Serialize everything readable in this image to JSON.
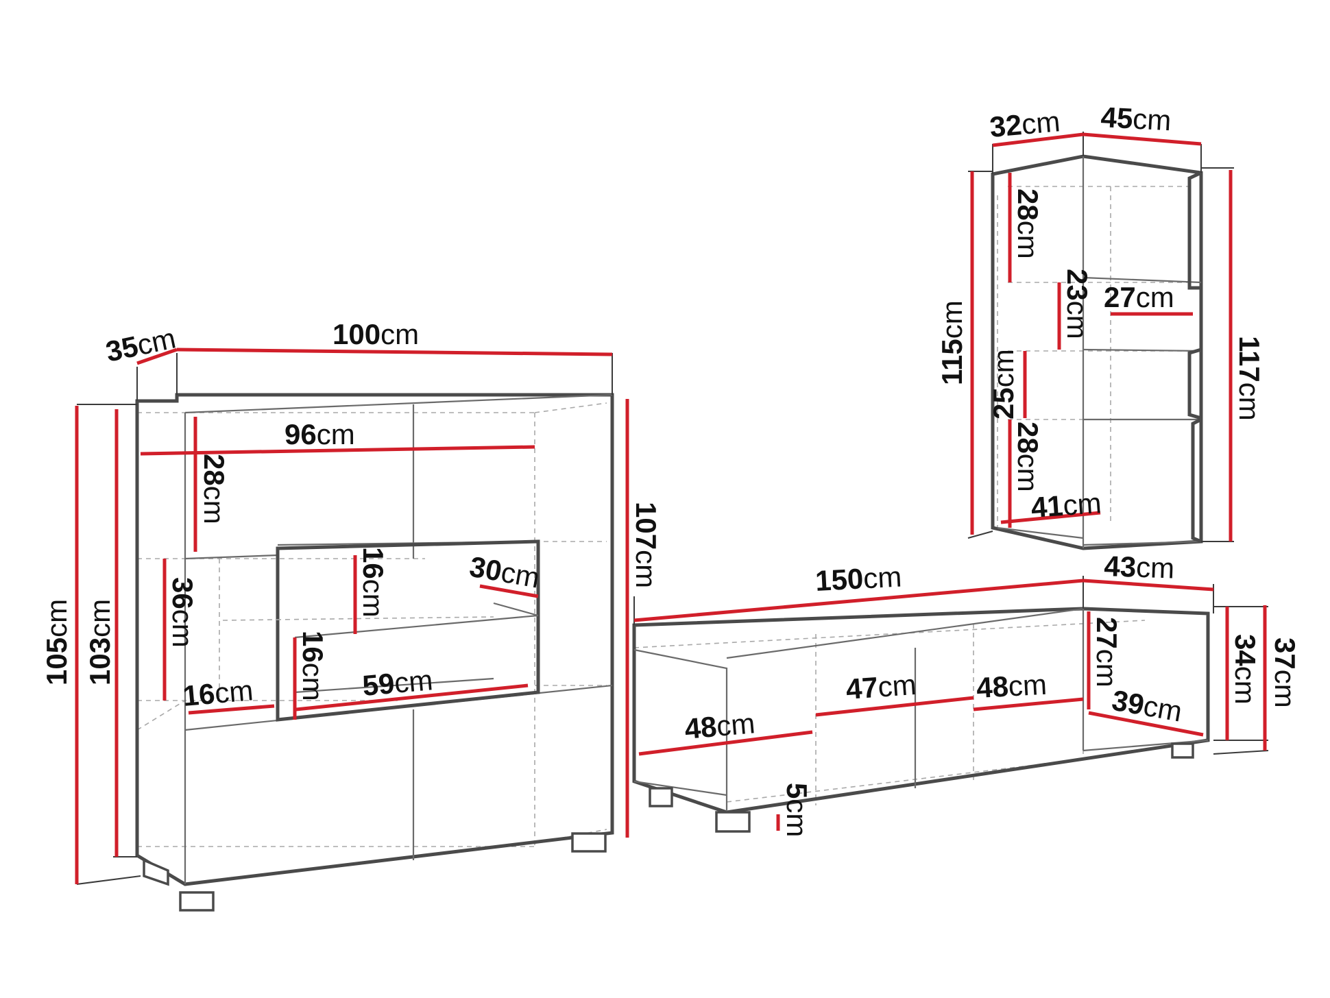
{
  "colors": {
    "dimension_line": "#d11f2a",
    "outline": "#4a4a4a",
    "background": "#ffffff"
  },
  "unit": "cm",
  "dimensions": {
    "left_depth": "35",
    "left_width": "100",
    "left_inner_width": "96",
    "left_h_outer": "105",
    "left_h_inner": "103",
    "left_h_right": "107",
    "left_top_shelf": "28",
    "left_mid_shelf": "36",
    "left_bottom_gap": "16",
    "left_niche_h1": "16",
    "left_niche_h2": "16",
    "left_niche_depth": "30",
    "left_niche_width": "59",
    "tv_width": "150",
    "tv_depth": "43",
    "tv_h_outer": "37",
    "tv_h_inner": "34",
    "tv_comp_1": "48",
    "tv_comp_2": "47",
    "tv_comp_3": "48",
    "tv_side_h": "27",
    "tv_side_depth": "39",
    "tv_leg": "5",
    "wall_depth": "32",
    "wall_width": "45",
    "wall_h_left": "115",
    "wall_h_right": "117",
    "wall_shelf_1": "28",
    "wall_shelf_2": "23",
    "wall_shelf_3": "25",
    "wall_shelf_4": "28",
    "wall_inner_depth": "27",
    "wall_bottom_width": "41"
  }
}
